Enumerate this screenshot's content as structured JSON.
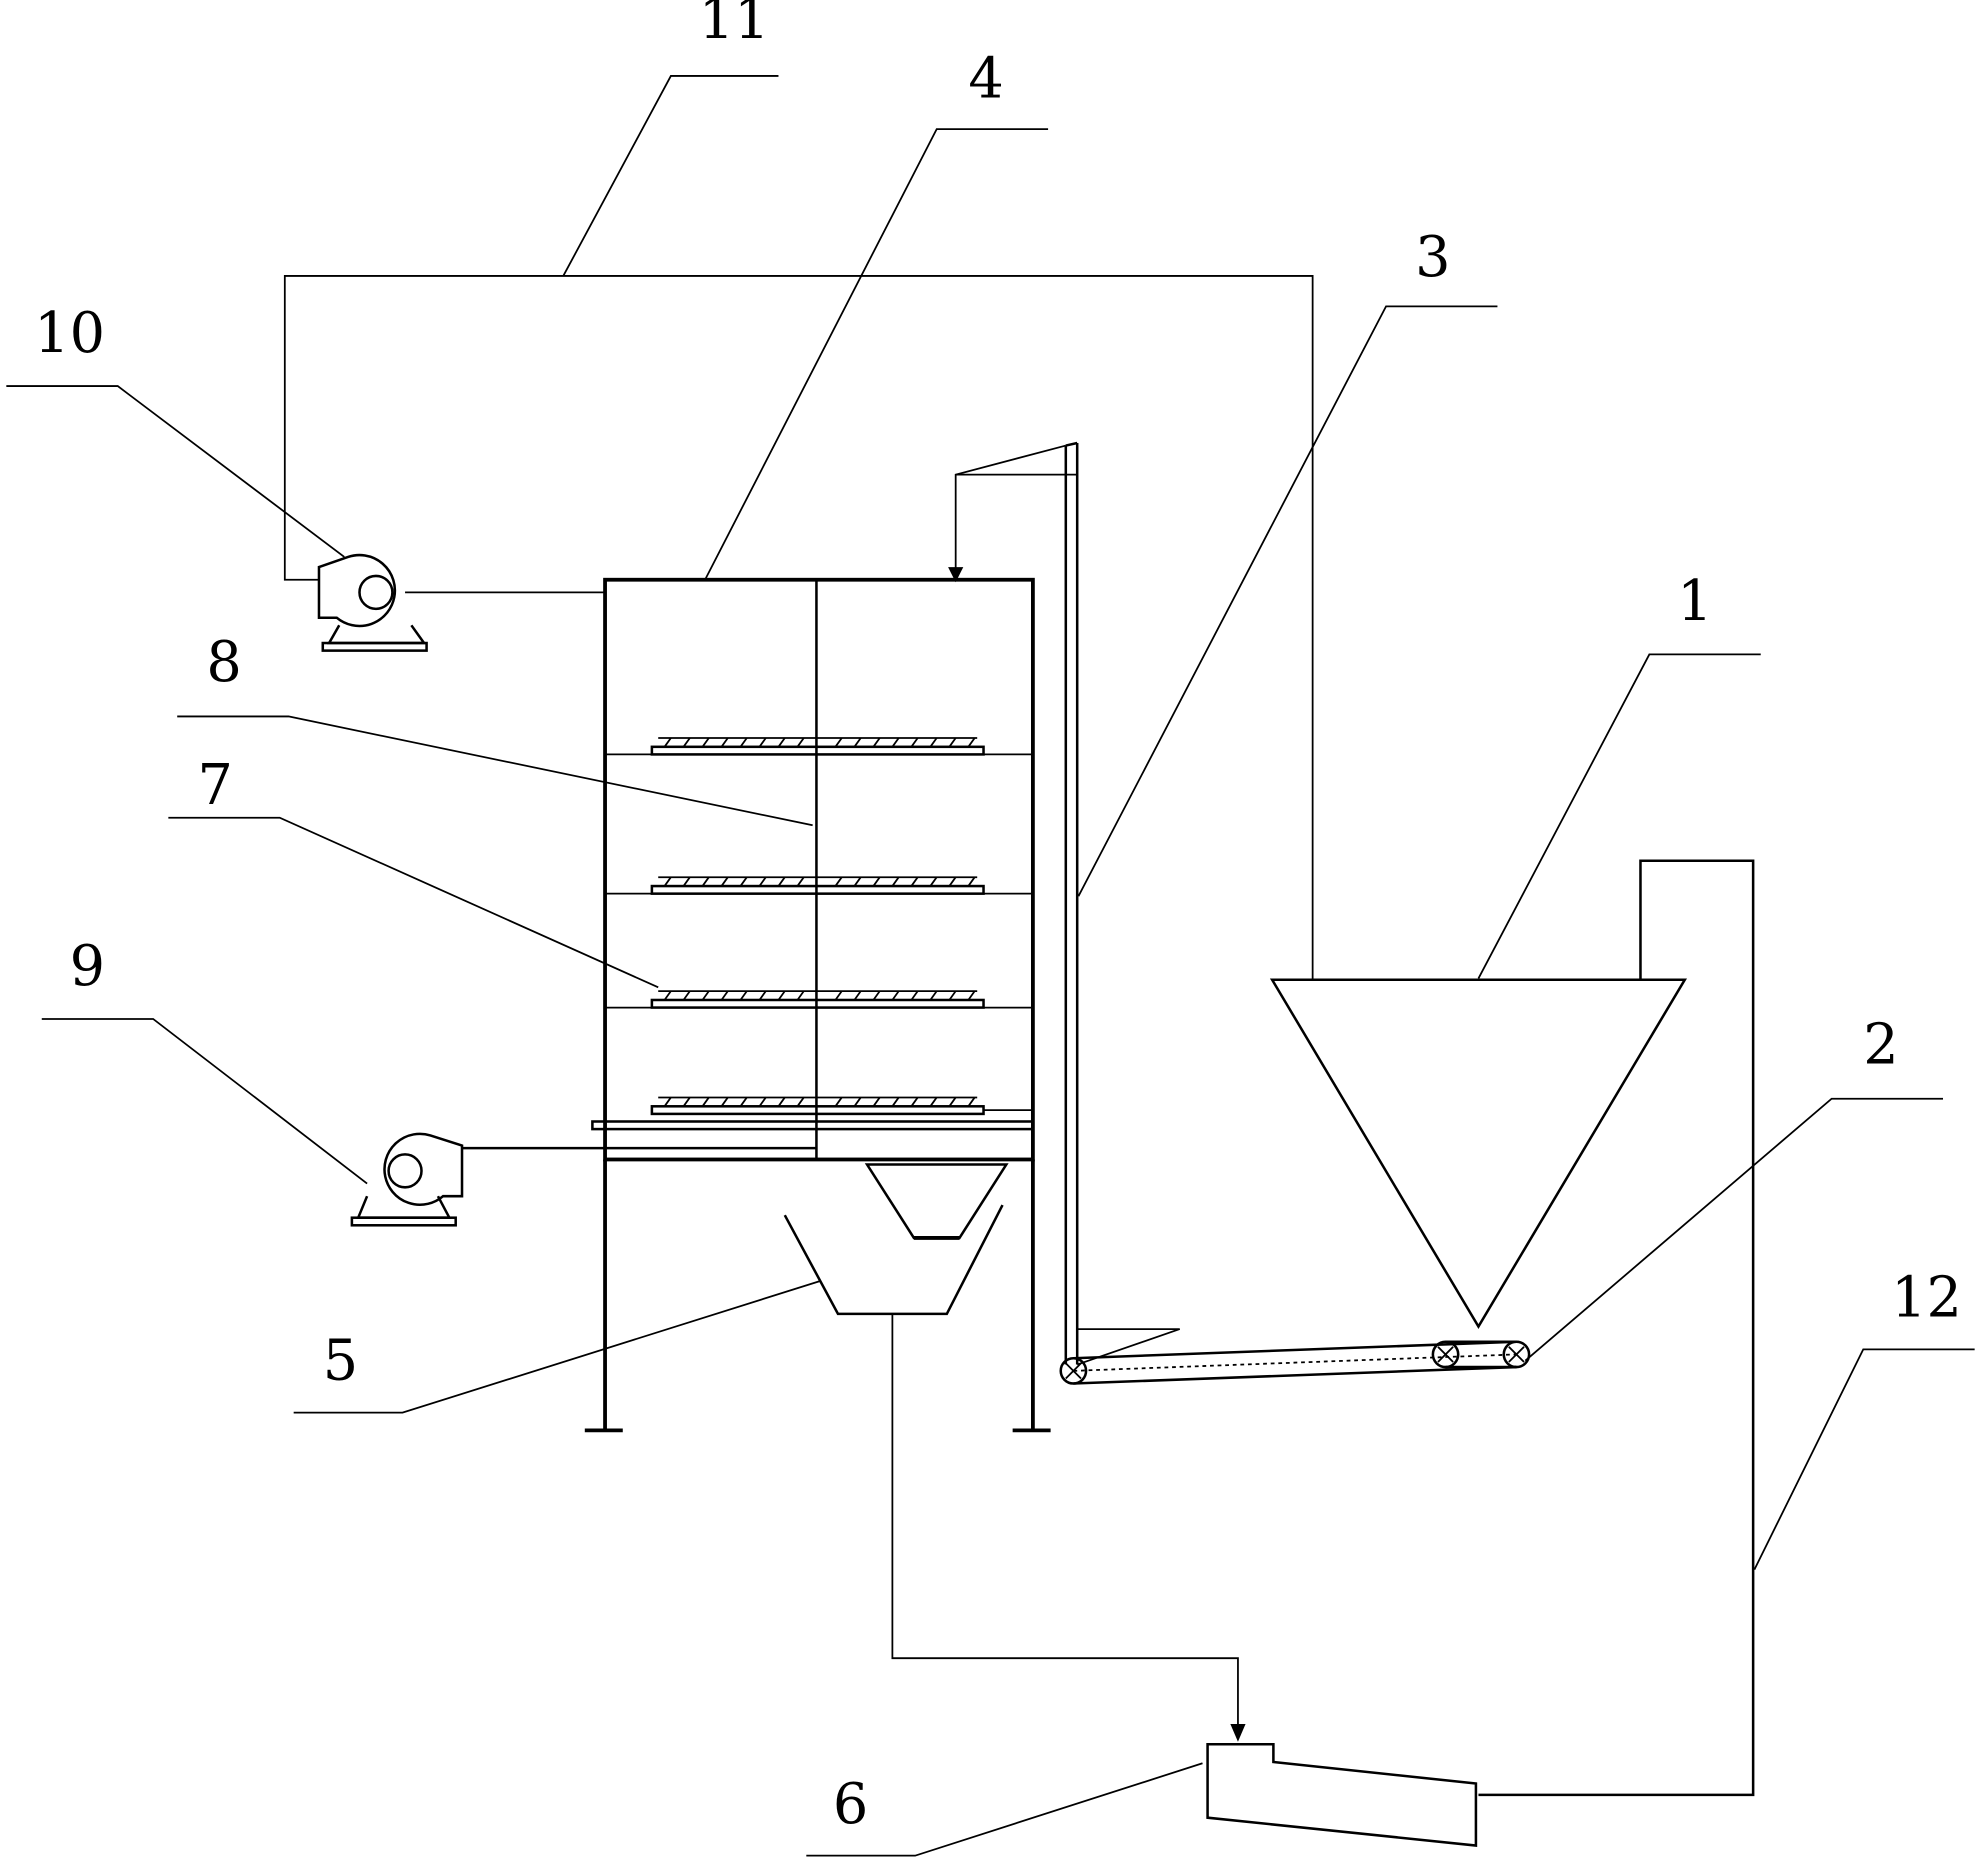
{
  "diagram": {
    "labels": [
      {
        "id": "1",
        "text": "1"
      },
      {
        "id": "2",
        "text": "2"
      },
      {
        "id": "3",
        "text": "3"
      },
      {
        "id": "4",
        "text": "4"
      },
      {
        "id": "5",
        "text": "5"
      },
      {
        "id": "6",
        "text": "6"
      },
      {
        "id": "7",
        "text": "7"
      },
      {
        "id": "8",
        "text": "8"
      },
      {
        "id": "9",
        "text": "9"
      },
      {
        "id": "10",
        "text": "10"
      },
      {
        "id": "11",
        "text": "11"
      },
      {
        "id": "12",
        "text": "12"
      }
    ]
  }
}
